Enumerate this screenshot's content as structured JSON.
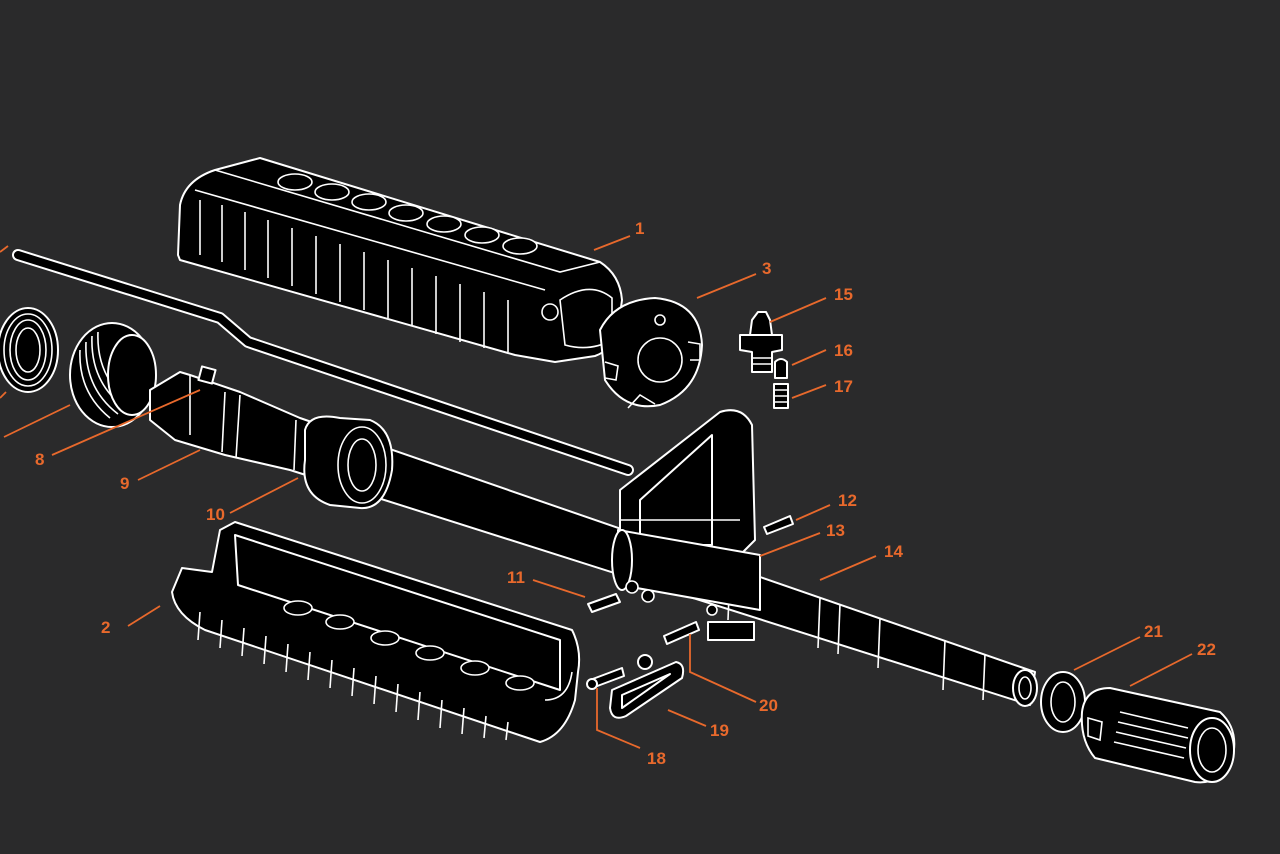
{
  "accent_color": "#e8692c",
  "background_color": "#2a2a2b",
  "callouts": [
    {
      "id": "c1",
      "label": "1"
    },
    {
      "id": "c2",
      "label": "2"
    },
    {
      "id": "c3",
      "label": "3"
    },
    {
      "id": "c8",
      "label": "8"
    },
    {
      "id": "c9",
      "label": "9"
    },
    {
      "id": "c10",
      "label": "10"
    },
    {
      "id": "c11",
      "label": "11"
    },
    {
      "id": "c12",
      "label": "12"
    },
    {
      "id": "c13",
      "label": "13"
    },
    {
      "id": "c14",
      "label": "14"
    },
    {
      "id": "c15",
      "label": "15"
    },
    {
      "id": "c16",
      "label": "16"
    },
    {
      "id": "c17",
      "label": "17"
    },
    {
      "id": "c18",
      "label": "18"
    },
    {
      "id": "c19",
      "label": "19"
    },
    {
      "id": "c20",
      "label": "20"
    },
    {
      "id": "c21",
      "label": "21"
    },
    {
      "id": "c22",
      "label": "22"
    }
  ]
}
